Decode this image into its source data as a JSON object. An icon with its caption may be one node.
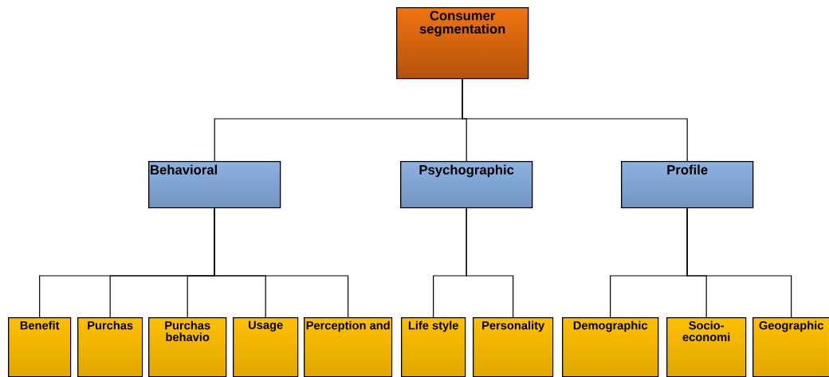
{
  "diagram": {
    "nodes": [
      {
        "text": [
          "Consumer segmentation"
        ]
      },
      {
        "text": [
          "Behavioral"
        ]
      },
      {
        "text": [
          "Psychographic"
        ]
      },
      {
        "text": [
          "Profile"
        ]
      },
      {
        "text": [
          "Benefit"
        ]
      },
      {
        "text": [
          "Purchas"
        ]
      },
      {
        "text": [
          "Purchas behavio"
        ]
      },
      {
        "text": [
          "Usage"
        ]
      },
      {
        "text": [
          "Perception and"
        ]
      },
      {
        "text": [
          "Life style"
        ]
      },
      {
        "text": [
          "Personality"
        ]
      },
      {
        "text": [
          "Demographic"
        ]
      },
      {
        "text": [
          "Socio-economi"
        ]
      },
      {
        "text": [
          "Geographic"
        ]
      }
    ],
    "edges": [
      {
        "from": 0,
        "to": 1,
        "arrow": "none"
      },
      {
        "from": 0,
        "to": 2,
        "arrow": "none"
      },
      {
        "from": 0,
        "to": 3,
        "arrow": "none"
      },
      {
        "from": 1,
        "to": 4,
        "arrow": "none"
      },
      {
        "from": 1,
        "to": 5,
        "arrow": "none"
      },
      {
        "from": 1,
        "to": 6,
        "arrow": "none"
      },
      {
        "from": 1,
        "to": 7,
        "arrow": "none"
      },
      {
        "from": 1,
        "to": 8,
        "arrow": "none"
      },
      {
        "from": 2,
        "to": 9,
        "arrow": "none"
      },
      {
        "from": 2,
        "to": 10,
        "arrow": "none"
      },
      {
        "from": 3,
        "to": 11,
        "arrow": "none"
      },
      {
        "from": 3,
        "to": 12,
        "arrow": "none"
      },
      {
        "from": 3,
        "to": 13,
        "arrow": "none"
      }
    ]
  }
}
